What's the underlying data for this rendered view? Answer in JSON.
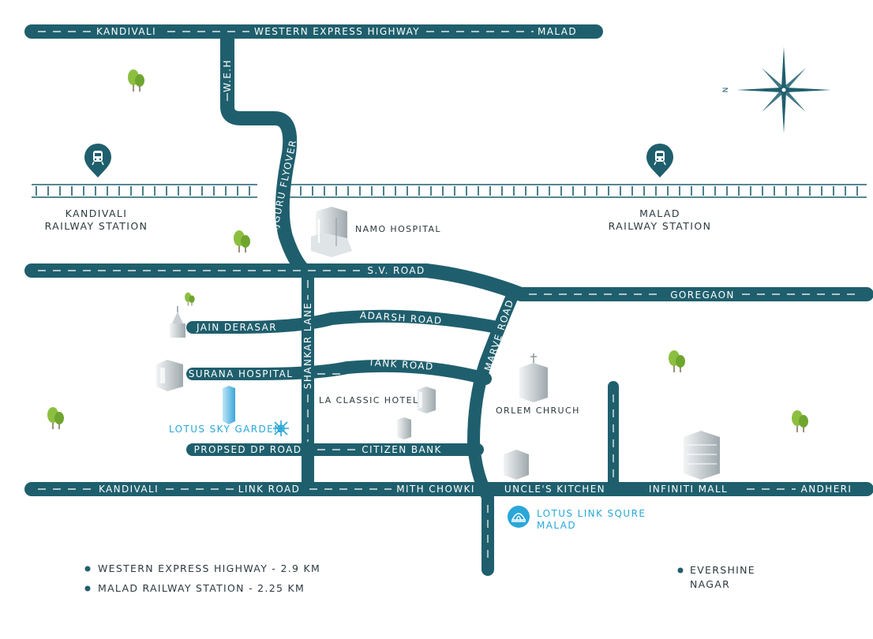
{
  "roads": {
    "top_left": "KANDIVALI",
    "top_mid": "WESTERN EXPRESS HIGHWAY",
    "top_right": "MALAD",
    "weh": "W.E.H",
    "flyover": "RAJGURU FLYOVER",
    "sv_road": "S.V. ROAD",
    "goregaon": "GOREGAON",
    "adarsh_road": "ADARSH ROAD",
    "tank_road": "TANK ROAD",
    "marve_road": "MARVE ROAD",
    "shankar_lane": "SHANKAR LANE",
    "dp_road": "PROPSED DP ROAD",
    "citizen_bank": "CITIZEN BANK",
    "jain_derasar": "JAIN DERASAR",
    "surana_hospital": "SURANA HOSPITAL",
    "link_kandivali": "KANDIVALI",
    "link_road": "LINK ROAD",
    "mith_chowki": "MITH CHOWKI",
    "uncles_kitchen": "UNCLE'S KITCHEN",
    "infiniti_mall": "INFINITI MALL",
    "andheri": "ANDHERI"
  },
  "stations": {
    "kandivali_line1": "KANDIVALI",
    "kandivali_line2": "RAILWAY STATION",
    "malad_line1": "MALAD",
    "malad_line2": "RAILWAY STATION"
  },
  "landmarks": {
    "namo_hospital": "NAMO HOSPITAL",
    "la_classic": "LA CLASSIC HOTEL",
    "orlem": "ORLEM CHRUCH",
    "lotus_sky": "LOTUS SKY GARDEN",
    "lotus_link_line1": "LOTUS LINK SQURE",
    "lotus_link_line2": "MALAD",
    "evershine_line1": "EVERSHINE",
    "evershine_line2": "NAGAR"
  },
  "compass": {
    "north": "N"
  },
  "legend": [
    {
      "text": "WESTERN EXPRESS HIGHWAY - 2.9 KM"
    },
    {
      "text": "MALAD RAILWAY STATION - 2.25 KM"
    }
  ],
  "colors": {
    "road": "#1f5f6d",
    "highlight": "#2aa7d8",
    "tree": "#8cbf3f",
    "text": "#2b3a3e"
  }
}
